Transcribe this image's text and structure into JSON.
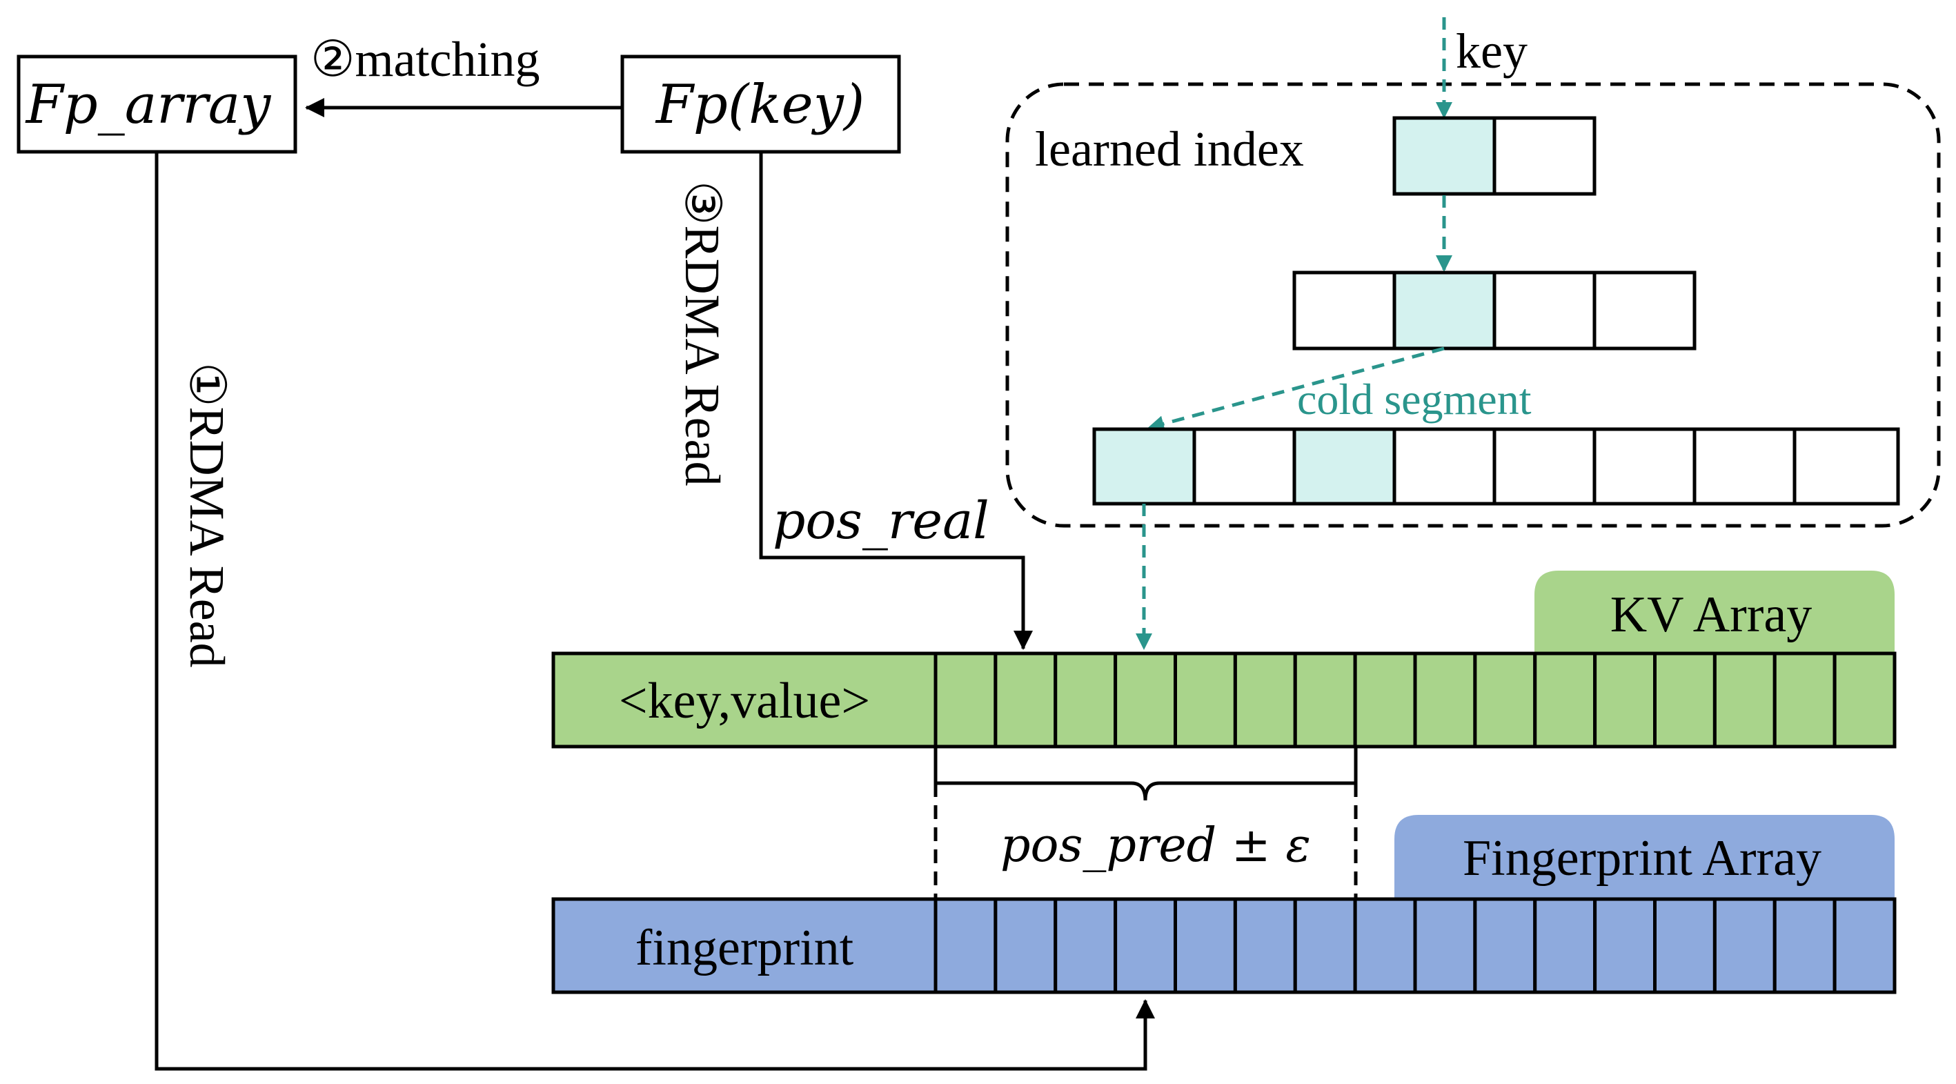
{
  "labels": {
    "fp_array": "Fp_array",
    "fp_key": "Fp(key)",
    "step_matching": "②matching",
    "step_rdma_read_1": "①RDMA Read",
    "step_rdma_read_3": "③RDMA Read",
    "pos_real": "pos_real",
    "key": "key",
    "learned_index": "learned index",
    "cold_segment": "cold segment",
    "kv_array_tab": "KV Array",
    "kv_row_label": "<key,value>",
    "pos_pred": "pos_pred ± ε",
    "fingerprint_array_tab": "Fingerprint Array",
    "fingerprint_row_label": "fingerprint"
  },
  "colors": {
    "line": "#000000",
    "teal": "#2a958c",
    "cyan_fill": "#d4f2ef",
    "green_fill": "#a9d48b",
    "blue_fill": "#8eaadd",
    "white": "#ffffff"
  }
}
